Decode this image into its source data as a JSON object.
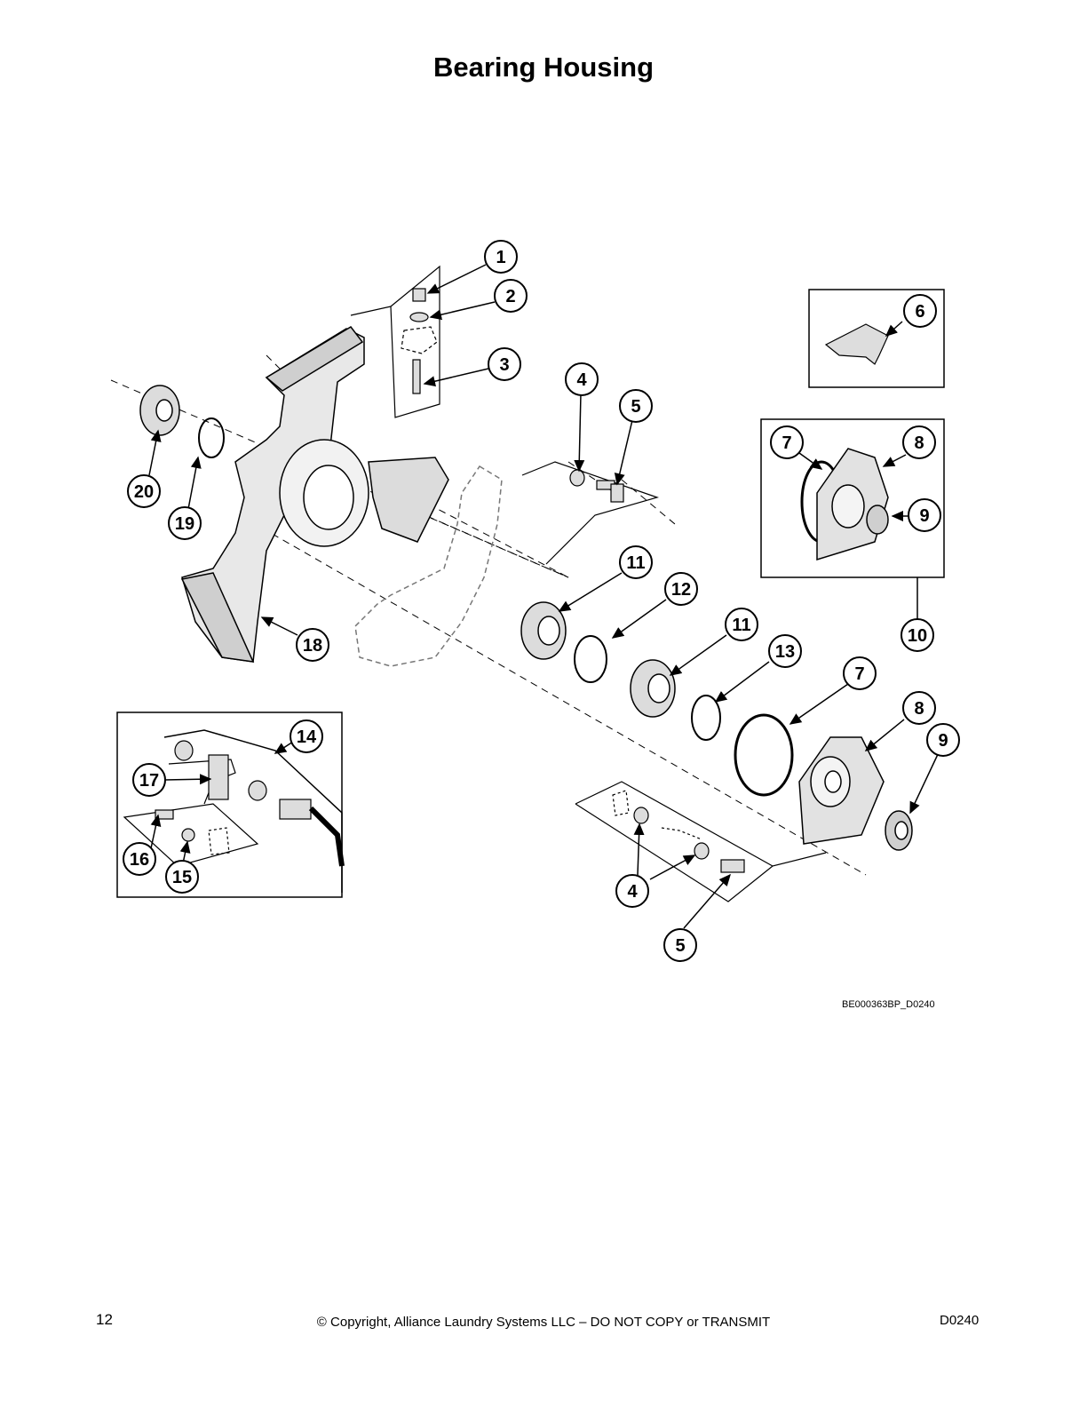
{
  "page": {
    "title": "Bearing Housing",
    "figure_id": "BE000363BP_D0240",
    "page_number": "12",
    "copyright": "© Copyright, Alliance Laundry Systems LLC – DO NOT COPY or TRANSMIT",
    "doc_code": "D0240"
  },
  "callouts": [
    "1",
    "2",
    "3",
    "4",
    "5",
    "6",
    "7",
    "8",
    "9",
    "10",
    "11",
    "12",
    "11",
    "13",
    "7",
    "8",
    "9",
    "14",
    "17",
    "16",
    "15",
    "20",
    "19",
    "18",
    "4",
    "5"
  ]
}
